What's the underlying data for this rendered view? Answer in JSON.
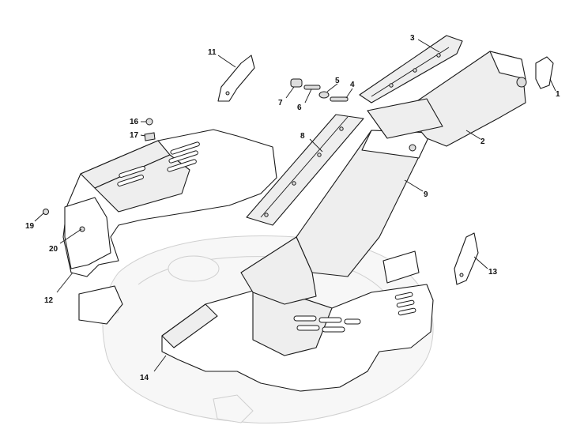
{
  "diagram": {
    "type": "exploded parts diagram",
    "callouts": [
      {
        "id": "c1",
        "label": "1"
      },
      {
        "id": "c2",
        "label": "2"
      },
      {
        "id": "c3",
        "label": "3"
      },
      {
        "id": "c4",
        "label": "4"
      },
      {
        "id": "c5",
        "label": "5"
      },
      {
        "id": "c6",
        "label": "6"
      },
      {
        "id": "c7",
        "label": "7"
      },
      {
        "id": "c8",
        "label": "8"
      },
      {
        "id": "c9",
        "label": "9"
      },
      {
        "id": "c11",
        "label": "11"
      },
      {
        "id": "c12",
        "label": "12"
      },
      {
        "id": "c13",
        "label": "13"
      },
      {
        "id": "c14",
        "label": "14"
      },
      {
        "id": "c16",
        "label": "16"
      },
      {
        "id": "c17",
        "label": "17"
      },
      {
        "id": "c19",
        "label": "19"
      },
      {
        "id": "c20",
        "label": "20"
      }
    ]
  }
}
